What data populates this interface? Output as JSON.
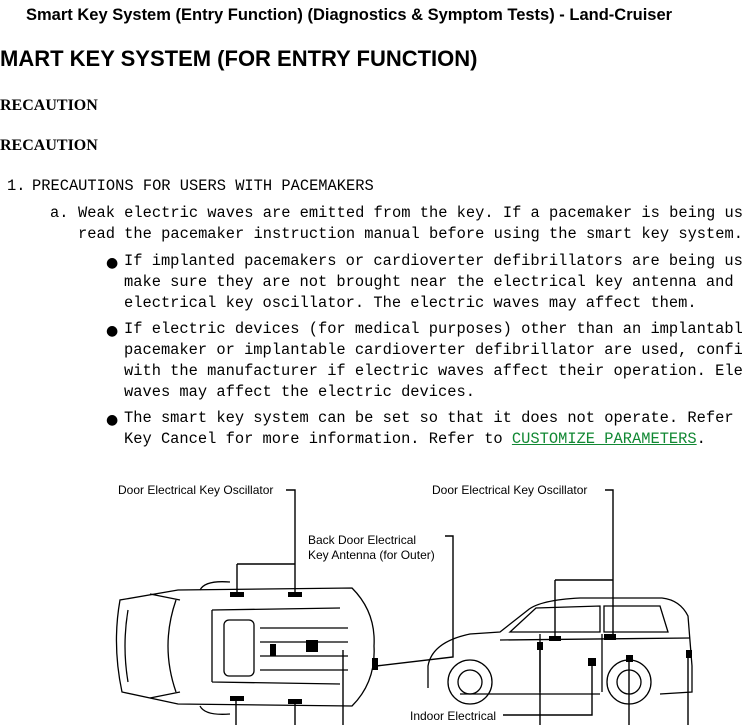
{
  "header": {
    "title": "Smart Key System (Entry Function) (Diagnostics & Symptom Tests) - Land-Cruiser"
  },
  "section_title": "MART KEY SYSTEM (FOR ENTRY FUNCTION)",
  "subheads": [
    "RECAUTION",
    "RECAUTION"
  ],
  "item1": {
    "number": "1.",
    "text": "PRECAUTIONS FOR USERS WITH PACEMAKERS"
  },
  "item_a": {
    "letter": "a.",
    "lines": [
      "Weak electric waves are emitted from the key. If a pacemaker is being use",
      "read the pacemaker instruction manual before using the smart key system."
    ]
  },
  "bullets": [
    {
      "lines": [
        "If implanted pacemakers or cardioverter defibrillators are being use",
        "make sure they are not brought near the electrical key antenna and",
        "electrical key oscillator. The electric waves may affect them."
      ]
    },
    {
      "lines": [
        "If electric devices (for medical purposes) other than an implantable",
        "pacemaker or implantable cardioverter defibrillator are used, confir",
        "with the manufacturer if electric waves affect their operation. Elec",
        "waves may affect the electric devices."
      ]
    },
    {
      "lines": [
        "The smart key system can be set so that it does not operate. Refer t",
        "Key Cancel for more information. Refer to "
      ],
      "link": "CUSTOMIZE PARAMETERS",
      "tail": "."
    }
  ],
  "diagram": {
    "label_left_osc": "Door Electrical Key Oscillator",
    "label_right_osc": "Door Electrical Key Oscillator",
    "label_back_door_1": "Back Door Electrical",
    "label_back_door_2": "Key Antenna (for Outer)",
    "label_indoor": "Indoor Electrical"
  }
}
